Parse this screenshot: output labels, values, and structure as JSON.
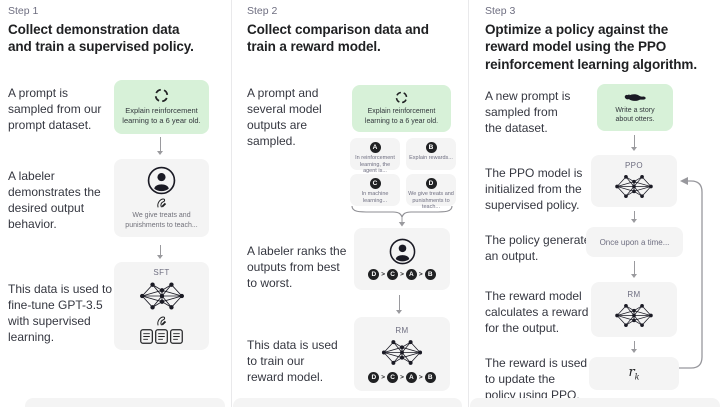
{
  "step1": {
    "label": "Step 1",
    "title": "Collect demonstration data\nand train a supervised policy.",
    "text_prompt": "A prompt is\nsampled from our\nprompt dataset.",
    "text_labeler": "A labeler\ndemonstrates the\ndesired output\nbehavior.",
    "text_finetune": "This data is used to\nfine-tune GPT-3.5\nwith supervised\nlearning.",
    "prompt_box": "Explain reinforcement\nlearning to a 6 year old.",
    "labeler_caption": "We give treats and\npunishments to teach...",
    "model_label": "SFT"
  },
  "step2": {
    "label": "Step 2",
    "title": "Collect comparison data and\ntrain a reward model.",
    "text_prompt": "A prompt and\nseveral model\noutputs are\nsampled.",
    "text_rank": "A labeler ranks the\noutputs from best\nto worst.",
    "text_train": "This data is used\nto train our\nreward model.",
    "prompt_box": "Explain reinforcement\nlearning to a 6 year old.",
    "outputs": [
      {
        "letter": "A",
        "text": "In reinforcement\nlearning, the\nagent is..."
      },
      {
        "letter": "B",
        "text": "Explain rewards..."
      },
      {
        "letter": "C",
        "text": "In machine\nlearning..."
      },
      {
        "letter": "D",
        "text": "We give treats and\npunishments to\nteach..."
      }
    ],
    "ranking": [
      "D",
      "C",
      "A",
      "B"
    ],
    "rank_sep": ">",
    "model_label": "RM"
  },
  "step3": {
    "label": "Step 3",
    "title": "Optimize a policy against the\nreward model using the PPO\nreinforcement learning algorithm.",
    "text_prompt": "A new prompt is\nsampled from\nthe dataset.",
    "text_ppo": "The PPO model is\ninitialized from the\nsupervised policy.",
    "text_output": "The policy generates\nan output.",
    "text_reward": "The reward model\ncalculates a reward\nfor the output.",
    "text_update": "The reward is used\nto update the\npolicy using PPO.",
    "prompt_box": "Write a story\nabout otters.",
    "ppo_label": "PPO",
    "output_box": "Once upon a time...",
    "rm_label": "RM",
    "reward_var": "r",
    "reward_sub": "k"
  },
  "icons": {
    "prompt_sampling": "refresh-cycle-icon",
    "labeler": "person-in-circle-icon",
    "writing": "pen-icon",
    "model": "neural-network-icon",
    "documents": "documents-icon",
    "otter": "otter-icon"
  },
  "colors": {
    "prompt_box_bg": "#d7f1d8",
    "model_box_bg": "#f4f4f4",
    "title_text": "#202123",
    "body_text": "#353740",
    "muted_text": "#6e6e80",
    "icon_dark": "#1a1a24",
    "arrow": "#9a9a9e",
    "divider": "#e9e9eb"
  }
}
